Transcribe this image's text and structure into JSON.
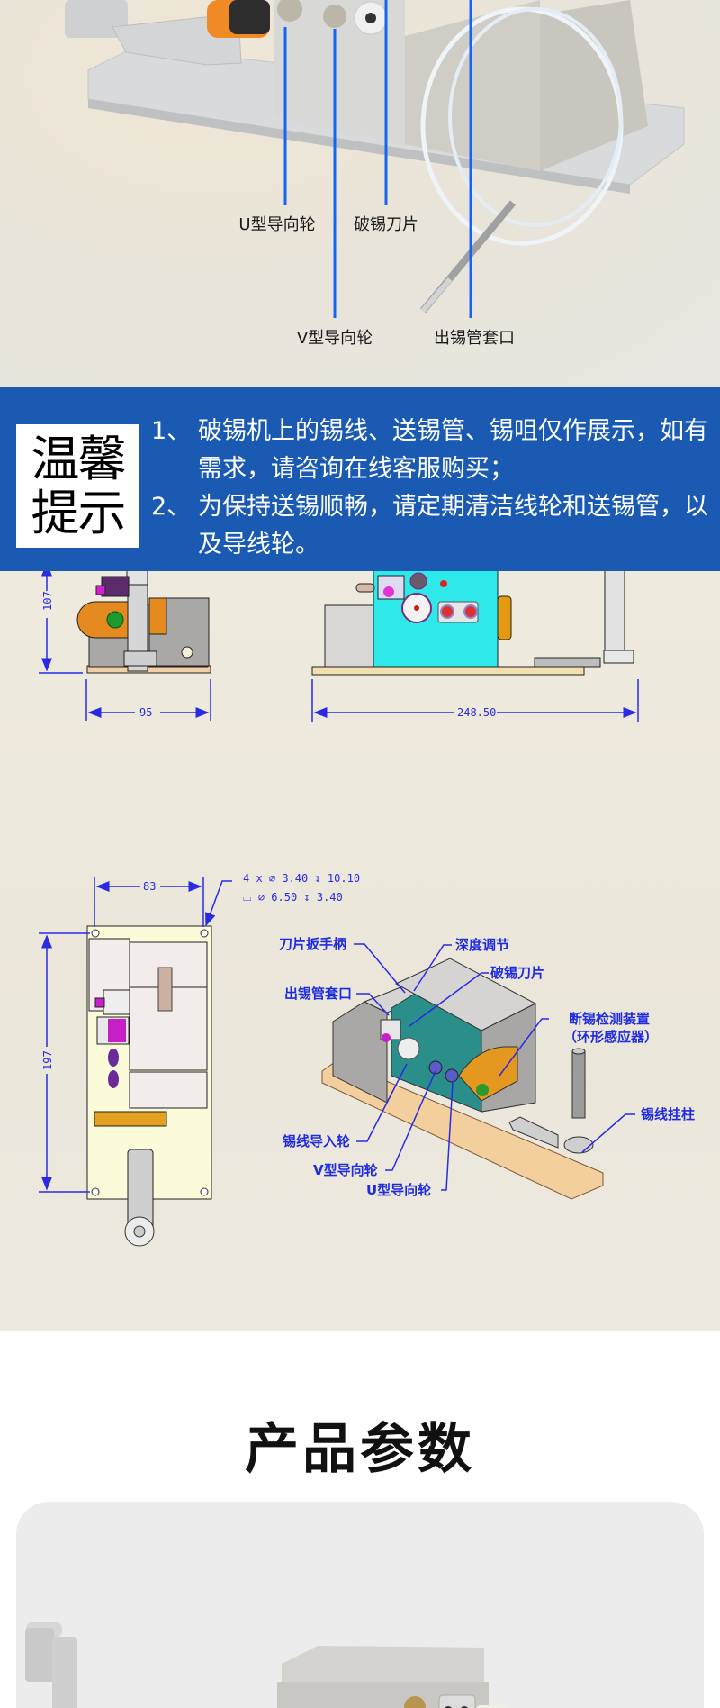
{
  "product_photo": {
    "callouts": [
      {
        "id": "u-guide-wheel",
        "label": "U型导向轮"
      },
      {
        "id": "tin-breaking-blade",
        "label": "破锡刀片"
      },
      {
        "id": "v-guide-wheel",
        "label": "V型导向轮"
      },
      {
        "id": "tube-outlet-sleeve",
        "label": "出锡管套口"
      }
    ],
    "callout_color": "#1565f5"
  },
  "notice": {
    "badge_chars": [
      "温",
      "馨",
      "提",
      "示"
    ],
    "items": [
      {
        "num": "1、",
        "text": "破锡机上的锡线、送锡管、锡咀仅作展示，如有需求，请咨询在线客服购买；"
      },
      {
        "num": "2、",
        "text": "为保持送锡顺畅，请定期清洁线轮和送锡管，以及导线轮。"
      }
    ],
    "background": "#1a5ab3"
  },
  "drawings": {
    "side_view": {
      "height_dim": "107",
      "width_dim": "95"
    },
    "front_view": {
      "width_dim": "248.50"
    },
    "top_view": {
      "width_dim": "83",
      "height_dim": "197",
      "hole_note_1": "4 x ⌀ 3.40 ↧ 10.10",
      "hole_note_2": "⌴ ⌀ 6.50 ↧ 3.40"
    },
    "iso_labels": {
      "blade_handle": "刀片扳手柄",
      "depth_adjust": "深度调节",
      "blade": "破锡刀片",
      "tube_outlet": "出锡管套口",
      "break_detect_1": "断锡检测装置",
      "break_detect_2": "（环形感应器）",
      "wire_post": "锡线挂柱",
      "wire_inlet": "锡线导入轮",
      "v_wheel": "V型导向轮",
      "u_wheel": "U型导向轮"
    },
    "dim_color": "#2a2ae6"
  },
  "params": {
    "title": "产品参数"
  }
}
